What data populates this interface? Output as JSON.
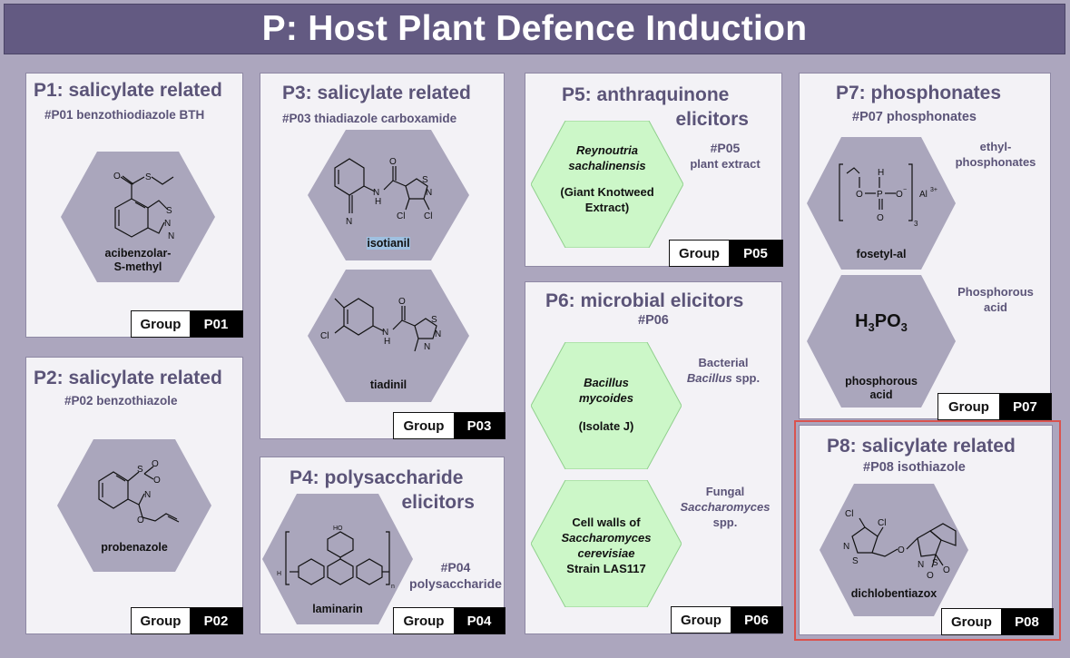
{
  "banner": {
    "title": "P: Host Plant Defence Induction"
  },
  "group_word": "Group",
  "panels": {
    "p1": {
      "title": "P1: salicylate related",
      "subtitle": "#P01 benzothiodiazole BTH",
      "compound": [
        "acibenzolar-",
        "S-methyl"
      ],
      "code": "P01"
    },
    "p2": {
      "title": "P2: salicylate related",
      "subtitle": "#P02 benzothiazole",
      "compound": "probenazole",
      "code": "P02"
    },
    "p3": {
      "title": "P3: salicylate related",
      "subtitle": "#P03 thiadiazole carboxamide",
      "compounds": [
        "isotianil",
        "tiadinil"
      ],
      "code": "P03"
    },
    "p4": {
      "title": [
        "P4: polysaccharide",
        "elicitors"
      ],
      "side": [
        "#P04",
        "polysaccharide"
      ],
      "compound": "laminarin",
      "code": "P04"
    },
    "p5": {
      "title": [
        "P5: anthraquinone",
        "elicitors"
      ],
      "side": [
        "#P05",
        "plant extract"
      ],
      "extract": [
        "Reynoutria",
        "sachalinensis",
        "(Giant Knotweed",
        "Extract)"
      ],
      "code": "P05"
    },
    "p6": {
      "title": "P6: microbial elicitors",
      "subtitle": "#P06",
      "agent1": [
        "Bacillus",
        "mycoides",
        "(Isolate J)"
      ],
      "side1": [
        "Bacterial",
        "Bacillus",
        "spp."
      ],
      "agent2": [
        "Cell walls of",
        "Saccharomyces",
        "cerevisiae",
        "Strain LAS117"
      ],
      "side2": [
        "Fungal",
        "Saccharomyces",
        "spp."
      ],
      "code": "P06"
    },
    "p7": {
      "title": "P7: phosphonates",
      "subtitle": "#P07 phosphonates",
      "side1": [
        "ethyl-",
        "phosphonates"
      ],
      "compound1": "fosetyl-al",
      "side2": [
        "Phosphorous",
        "acid"
      ],
      "compound2": [
        "phosphorous",
        "acid"
      ],
      "code": "P07"
    },
    "p8": {
      "title": "P8: salicylate related",
      "subtitle": "#P08 isothiazole",
      "compound": "dichlobentiazox",
      "code": "P08"
    }
  },
  "colors": {
    "banner": "#635a82",
    "background": "#aca6be",
    "panel": "#f3f2f6",
    "hex_chem": "#aaa6bc",
    "hex_bio": "#ccf7c8",
    "title_text": "#5b5478",
    "highlight": "#d9534f"
  }
}
